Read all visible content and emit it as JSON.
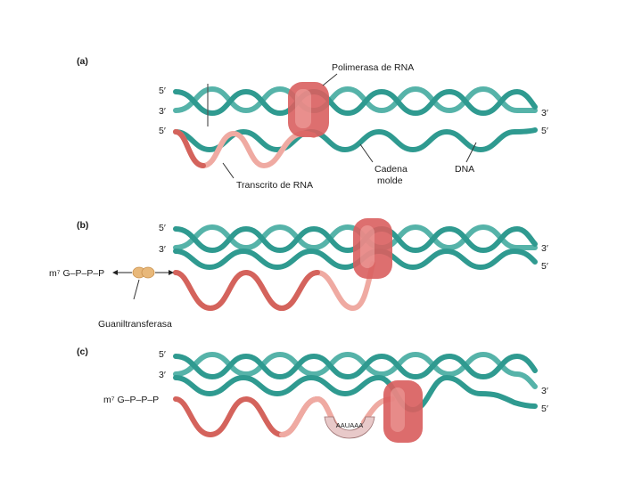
{
  "colors": {
    "dna_strand": "#2f9a90",
    "dna_strand_back": "#56b3a9",
    "rna_dark": "#d4635c",
    "rna_light": "#efaaa2",
    "polymerase": "#d95f5f",
    "polymerase_highlight": "#f2aaa6",
    "guanylyltransferase": "#e8b87a",
    "polya": "#e8c9c9"
  },
  "panels": [
    {
      "id": "a",
      "label": "(a)",
      "strand_ends": {
        "top_left": "5′",
        "mid_left": "3′",
        "bottom_left": "5′",
        "top_right": "3′",
        "bottom_right": "5′"
      },
      "labels": {
        "polymerase": "Polimerasa de RNA",
        "transcript": "Transcrito de RNA",
        "template_line1": "Cadena",
        "template_line2": "molde",
        "dna": "DNA"
      }
    },
    {
      "id": "b",
      "label": "(b)",
      "strand_ends": {
        "top_left": "5′",
        "mid_left": "3′",
        "top_right": "3′",
        "bottom_right": "5′"
      },
      "labels": {
        "cap": "m⁷ G–P–P–P",
        "enzyme": "Guaniltransferasa"
      }
    },
    {
      "id": "c",
      "label": "(c)",
      "strand_ends": {
        "top_left": "5′",
        "mid_left": "3′",
        "top_right": "3′",
        "bottom_right": "5′"
      },
      "labels": {
        "cap": "m⁷ G–P–P–P",
        "polya_signal": "AAUAAA"
      }
    }
  ]
}
